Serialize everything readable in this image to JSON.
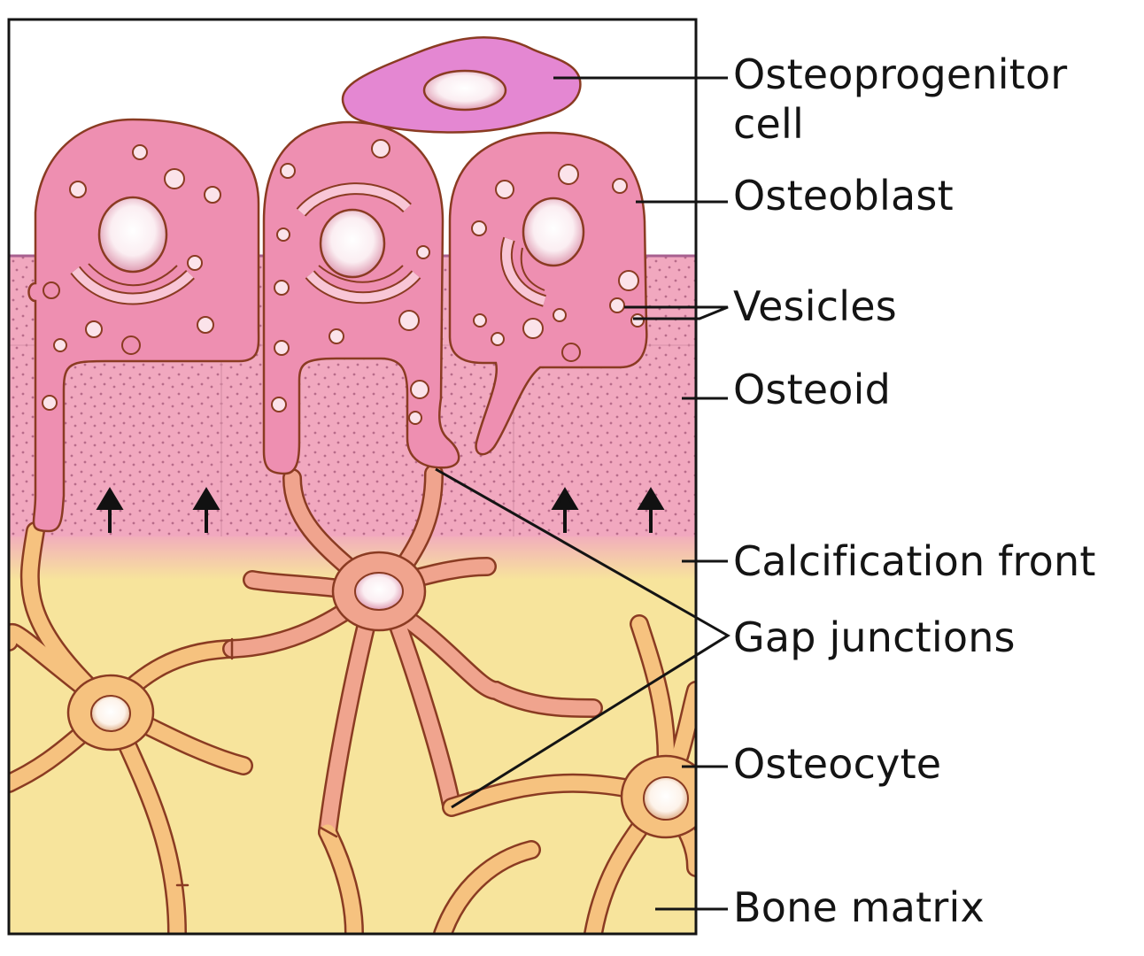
{
  "labels": {
    "osteoprogenitor": "Osteoprogenitor\ncell",
    "osteoblast": "Osteoblast",
    "vesicles": "Vesicles",
    "osteoid": "Osteoid",
    "calcification_front": "Calcification front",
    "gap_junctions": "Gap junctions",
    "osteocyte": "Osteocyte",
    "bone_matrix": "Bone matrix"
  },
  "colors": {
    "osteoblast": "#ee8fb1",
    "osteoprogenitor": "#e487d2",
    "osteoid": "#f1a8bf",
    "bone_matrix": "#f7e49c",
    "osteocyte_light": "#f6c27f",
    "osteocyte_pink": "#f0a48e",
    "outline": "#8a3b22",
    "leader": "#141414"
  }
}
